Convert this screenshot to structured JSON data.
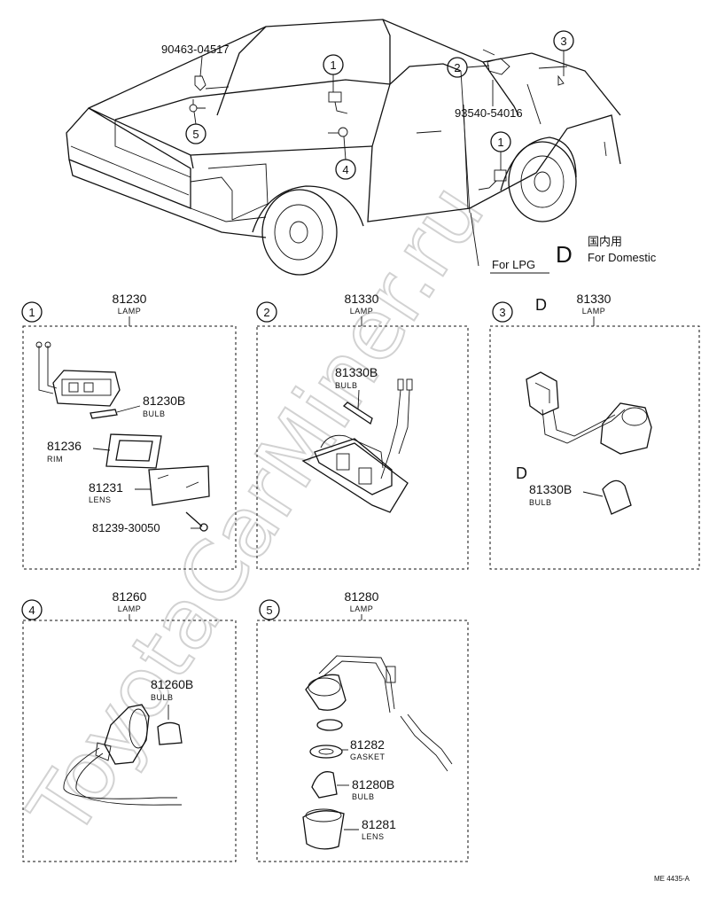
{
  "watermark": "ToyotaCarMiner.ru",
  "car": {
    "callouts": {
      "1": "1",
      "2": "2",
      "3": "3",
      "4": "4",
      "5": "5"
    },
    "part_90463": "90463-04517",
    "part_93540": "93540-54016",
    "for_lpg": "For LPG",
    "domestic_marker": "D",
    "domestic_jp": "国内用",
    "domestic_en": "For Domestic"
  },
  "panels": {
    "p1": {
      "callout": "1",
      "part": "81230",
      "label": "LAMP",
      "items": [
        {
          "num": "81230B",
          "sub": "BULB"
        },
        {
          "num": "81236",
          "sub": "RIM"
        },
        {
          "num": "81231",
          "sub": "LENS"
        },
        {
          "num": "81239-30050",
          "sub": ""
        }
      ]
    },
    "p2": {
      "callout": "2",
      "part": "81330",
      "label": "LAMP",
      "items": [
        {
          "num": "81330B",
          "sub": "BULB"
        }
      ]
    },
    "p3": {
      "callout": "3",
      "marker": "D",
      "part": "81330",
      "label": "LAMP",
      "items": [
        {
          "num": "81330B",
          "sub": "BULB",
          "marker": "D"
        }
      ]
    },
    "p4": {
      "callout": "4",
      "part": "81260",
      "label": "LAMP",
      "items": [
        {
          "num": "81260B",
          "sub": "BULB"
        }
      ]
    },
    "p5": {
      "callout": "5",
      "part": "81280",
      "label": "LAMP",
      "items": [
        {
          "num": "81282",
          "sub": "GASKET"
        },
        {
          "num": "81280B",
          "sub": "BULB"
        },
        {
          "num": "81281",
          "sub": "LENS"
        }
      ]
    }
  },
  "footer_code": "ME 4435-A"
}
